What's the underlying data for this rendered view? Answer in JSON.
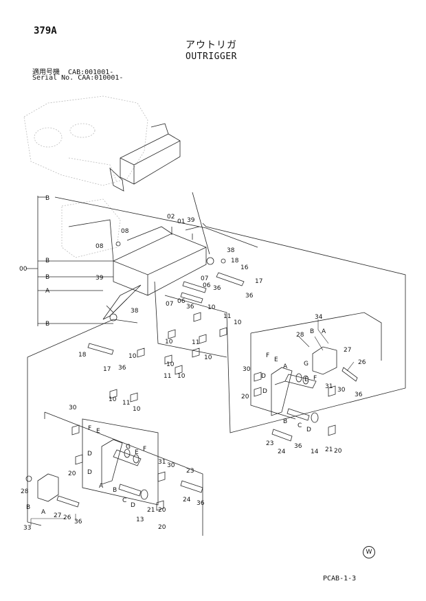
{
  "header": {
    "page_number": "379A",
    "title_jp": "アウトリガ",
    "title_en": "OUTRIGGER",
    "serial_line_1": "適用号機  CAB:001001-",
    "serial_line_2": "Serial No. CAA:010001-"
  },
  "footer": {
    "code": "PCAB-1-3",
    "watermark_symbol": "W"
  },
  "callouts": {
    "B": "B",
    "A": "A",
    "C": "C",
    "D": "D",
    "E": "E",
    "F": "F",
    "G": "G",
    "n00": "00",
    "n01": "01",
    "n02": "02",
    "n06": "06",
    "n07": "07",
    "n08": "08",
    "n10": "10",
    "n11": "11",
    "n13": "13",
    "n14": "14",
    "n16": "16",
    "n17": "17",
    "n18": "18",
    "n20": "20",
    "n21": "21",
    "n23": "23",
    "n24": "24",
    "n26": "26",
    "n27": "27",
    "n28": "28",
    "n30": "30",
    "n31": "31",
    "n33": "33",
    "n34": "34",
    "n36": "36",
    "n38": "38",
    "n39": "39"
  }
}
